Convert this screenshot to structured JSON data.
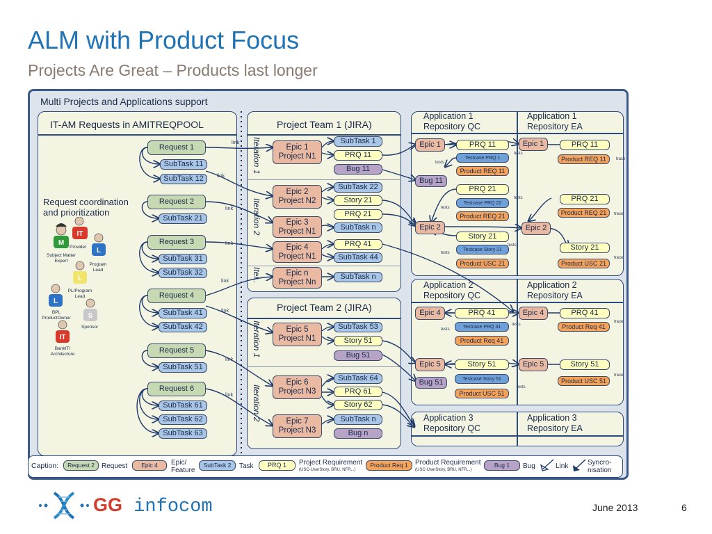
{
  "slide": {
    "title": "ALM with Product Focus",
    "subtitle": "Projects Are Great – Products last longer",
    "date": "June 2013",
    "page": "6"
  },
  "frame_title": "Multi Projects and Applications support",
  "itam": {
    "title": "IT-AM Requests in AMITREQPOOL",
    "coordination": "Request coordination and prioritization",
    "requests": [
      "Request 1",
      "Request 2",
      "Request 3",
      "Request 4",
      "Request 5",
      "Request 6"
    ],
    "subtasks": [
      "SubTask 11",
      "SubTask 12",
      "SubTask 21",
      "SubTask 31",
      "SubTask 32",
      "SubTask 41",
      "SubTask 42",
      "SubTask 51",
      "SubTask 61",
      "SubTask 62",
      "SubTask 63"
    ],
    "roles": {
      "sme": "Subject Matter Expert",
      "provider": "Provider",
      "program_lead": "Program Lead",
      "pl": "PL/Program Lead",
      "bpl": "BPL ProductOwner",
      "sponsor": "Sponsor",
      "bankit": "BankIT/ Architecture"
    },
    "badges": {
      "m": "M",
      "it": "IT",
      "l": "L",
      "s": "S"
    }
  },
  "team1": {
    "title": "Project Team 1 (JIRA)",
    "iterations": [
      "Iteration 1",
      "Iteration 2",
      "Iter.."
    ],
    "epics": [
      "Epic 1 Project N1",
      "Epic 2 Project N2",
      "Epic 3 Project N1",
      "Epic 4 Project N1",
      "Epic n Project Nn"
    ],
    "items": {
      "st1": "SubTask 1",
      "prq11": "PRQ 11",
      "bug11": "Bug 11",
      "st22": "SubTask 22",
      "story21": "Story 21",
      "prq21": "PRQ 21",
      "stn": "SubTask n",
      "prq41": "PRQ 41",
      "st44": "SubTask 44",
      "stn2": "SubTask n"
    }
  },
  "team2": {
    "title": "Project Team 2 (JIRA)",
    "iterations": [
      "Iteration 1",
      "Iteration 2"
    ],
    "epics": [
      "Epic 5 Project N1",
      "Epic 6 Project N3",
      "Epic 7 Project N3"
    ],
    "items": {
      "st53": "SubTask 53",
      "story51": "Story 51",
      "bug51": "Bug 51",
      "st64": "SubTask 64",
      "prq61": "PRQ 61",
      "story62": "Story 62",
      "stn": "SubTask n",
      "bugn": "Bug n"
    }
  },
  "app1": {
    "qc_title": "Application 1 Repository QC",
    "ea_title": "Application 1 Repository EA",
    "qc": {
      "epic1": "Epic 1",
      "prq11": "PRQ 11",
      "tc22": "Testcase PRQ 1",
      "preq11": "Product REQ 11",
      "bug11": "Bug 11",
      "prq21": "PRQ 21",
      "tc_prq22": "Testcase PRQ 22",
      "preq21": "Product REQ 21",
      "epic2": "Epic 2",
      "story21": "Story 21",
      "tc_story21": "Testcase Story 21",
      "usc21": "Product USC 21"
    },
    "ea": {
      "epic1": "Epic 1",
      "prq11": "PRQ 11",
      "preq11": "Product REQ 11",
      "prq21": "PRQ 21",
      "preq21": "Product REQ 21",
      "epic2": "Epic 2",
      "story21": "Story 21",
      "usc21": "Product USC 21"
    }
  },
  "app2": {
    "qc_title": "Application 2 Repository QC",
    "ea_title": "Application 2 Repository EA",
    "qc": {
      "epic4": "Epic 4",
      "prq41": "PRQ 41",
      "tc41": "Testcase PRQ 41",
      "preq41": "Product Req 41",
      "epic5": "Epic 5",
      "story51": "Story 51",
      "bug51": "Bug 51",
      "tc_story51": "Testcase Story 51",
      "usc51": "Product USC 51"
    },
    "ea": {
      "epic4": "Epic 4",
      "prq41": "PRQ 41",
      "preq41": "Product Req 41",
      "epic5": "Epic 5",
      "story51": "Story 51",
      "usc51": "Product USC 51"
    }
  },
  "app3": {
    "qc_title": "Application 3 Repository QC",
    "ea_title": "Application 3 Repository EA"
  },
  "labels": {
    "link": "link",
    "tests": "tests",
    "trace": "trace"
  },
  "caption": {
    "label": "Caption:",
    "req_box": "Request 2",
    "req": "Request",
    "epic_box": "Epic 4",
    "epic": "Epic/ Feature",
    "task_box": "SubTask 2",
    "task": "Task",
    "prq_box": "PRQ 1",
    "prq": "Project Requirement",
    "prq_sub": "(USC-UserStory, BRU, NFR...)",
    "preq_box": "Product Req 1",
    "preq": "Product Requirement",
    "preq_sub": "(USC-UserStory, BRU, NFR...)",
    "bug_box": "Bug 1",
    "bug": "Bug",
    "link": "Link",
    "sync": "Syncro- nisation"
  },
  "logo": {
    "gg": "GG",
    "rest": " infocom"
  }
}
